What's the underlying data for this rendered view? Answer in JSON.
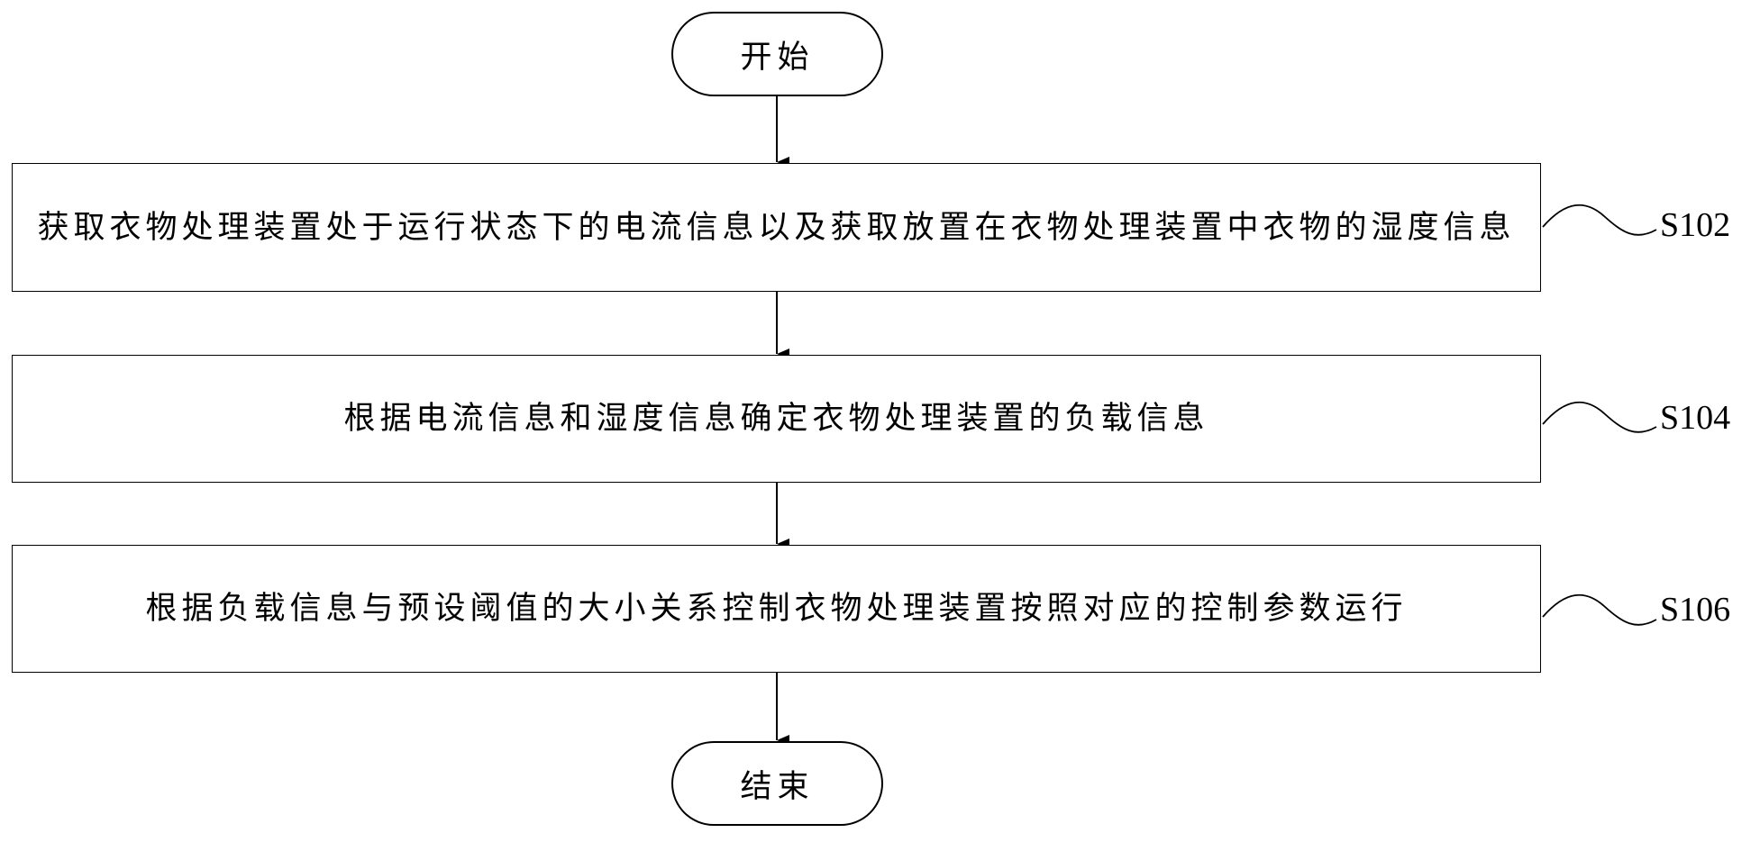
{
  "flowchart": {
    "start_label": "开始",
    "end_label": "结束",
    "steps": [
      {
        "id": "S102",
        "text": "获取衣物处理装置处于运行状态下的电流信息以及获取放置在衣物处理装置中衣物的湿度信息"
      },
      {
        "id": "S104",
        "text": "根据电流信息和湿度信息确定衣物处理装置的负载信息"
      },
      {
        "id": "S106",
        "text": "根据负载信息与预设阈值的大小关系控制衣物处理装置按照对应的控制参数运行"
      }
    ]
  }
}
